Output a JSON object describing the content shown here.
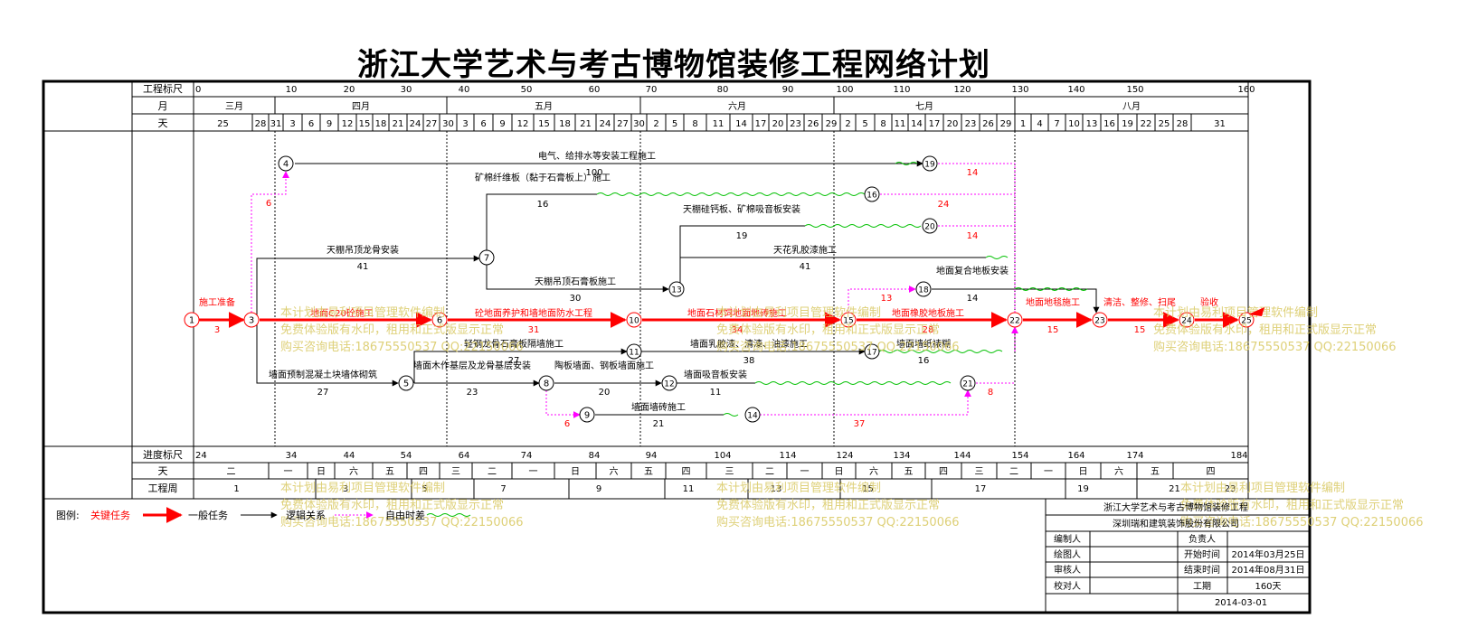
{
  "title": "浙江大学艺术与考古博物馆装修工程网络计划",
  "header": {
    "scale_label": "工程标尺",
    "month_label": "月",
    "day_label": "天",
    "scale_ticks": [
      "0",
      "10",
      "20",
      "30",
      "40",
      "50",
      "60",
      "70",
      "80",
      "90",
      "100",
      "110",
      "120",
      "130",
      "140",
      "150",
      "160"
    ],
    "months": [
      "三月",
      "四月",
      "五月",
      "六月",
      "七月",
      "八月"
    ],
    "days": [
      "25",
      "28",
      "31",
      "3",
      "6",
      "9",
      "12",
      "15",
      "18",
      "21",
      "24",
      "27",
      "30",
      "3",
      "6",
      "9",
      "12",
      "15",
      "18",
      "21",
      "24",
      "27",
      "30",
      "2",
      "5",
      "8",
      "11",
      "14",
      "17",
      "20",
      "23",
      "26",
      "29",
      "2",
      "5",
      "8",
      "11",
      "14",
      "17",
      "20",
      "23",
      "26",
      "29",
      "1",
      "4",
      "7",
      "10",
      "13",
      "16",
      "19",
      "22",
      "25",
      "28",
      "31"
    ]
  },
  "footer": {
    "progress_label": "进度标尺",
    "day_label": "天",
    "week_label": "工程周",
    "progress_ticks": [
      "24",
      "34",
      "44",
      "54",
      "64",
      "74",
      "84",
      "94",
      "104",
      "114",
      "124",
      "134",
      "144",
      "154",
      "164",
      "174",
      "184"
    ],
    "weekdays": [
      "二",
      "一",
      "日",
      "六",
      "五",
      "四",
      "三",
      "二",
      "一",
      "日",
      "六",
      "五",
      "四",
      "三",
      "二",
      "一",
      "日",
      "六",
      "五",
      "四",
      "三",
      "二",
      "一",
      "日",
      "六",
      "五",
      "四"
    ],
    "weeks": [
      "1",
      "3",
      "5",
      "7",
      "9",
      "11",
      "13",
      "15",
      "17",
      "19",
      "21",
      "23"
    ]
  },
  "nodes": [
    "1",
    "3",
    "4",
    "5",
    "6",
    "7",
    "8",
    "9",
    "10",
    "11",
    "12",
    "13",
    "14",
    "15",
    "16",
    "17",
    "18",
    "19",
    "20",
    "21",
    "22",
    "23",
    "24",
    "25"
  ],
  "tasks": [
    {
      "name": "施工准备",
      "duration": "3",
      "critical": true
    },
    {
      "name": "地面C20砼施工",
      "duration": "",
      "critical": true
    },
    {
      "name": "砼地面养护和墙地面防水工程",
      "duration": "31",
      "critical": true
    },
    {
      "name": "地面石材饲地面地砖施工",
      "duration": "34",
      "critical": true
    },
    {
      "name": "地面橡胶地板施工",
      "duration": "28",
      "critical": true
    },
    {
      "name": "地面地毯施工",
      "duration": "15",
      "critical": true
    },
    {
      "name": "清洁、整修、扫尾",
      "duration": "15",
      "critical": true
    },
    {
      "name": "验收",
      "duration": "",
      "critical": true
    },
    {
      "name": "电气、给排水等安装工程施工",
      "duration": "100",
      "critical": false
    },
    {
      "name": "矿棉纤维板（黏于石膏板上）施工",
      "duration": "16",
      "critical": false
    },
    {
      "name": "天棚吊顶龙骨安装",
      "duration": "41",
      "critical": false
    },
    {
      "name": "天棚吊顶石膏板施工",
      "duration": "30",
      "critical": false
    },
    {
      "name": "天棚硅钙板、矿棉吸音板安装",
      "duration": "19",
      "critical": false
    },
    {
      "name": "天花乳胶漆施工",
      "duration": "41",
      "critical": false
    },
    {
      "name": "地面复合地板安装",
      "duration": "14",
      "critical": false
    },
    {
      "name": "轻钢龙骨石膏板隔墙施工",
      "duration": "27",
      "critical": false
    },
    {
      "name": "墙面乳胶漆、清漆、油漆施工",
      "duration": "38",
      "critical": false
    },
    {
      "name": "墙面墙纸裱糊",
      "duration": "16",
      "critical": false
    },
    {
      "name": "墙面预制混凝土块墙体砌筑",
      "duration": "27",
      "critical": false
    },
    {
      "name": "墙面木作基层及龙骨基层安装",
      "duration": "23",
      "critical": false
    },
    {
      "name": "陶板墙面、钢板墙面施工",
      "duration": "20",
      "critical": false
    },
    {
      "name": "墙面吸音板安装",
      "duration": "11",
      "critical": false
    },
    {
      "name": "墙面墙砖施工",
      "duration": "21",
      "critical": false
    }
  ],
  "float_values": [
    "6",
    "14",
    "24",
    "14",
    "13",
    "8",
    "6",
    "37"
  ],
  "watermark": {
    "line1": "本计划由易利项目管理软件编制",
    "line2": "免费体验版有水印，租用和正式版显示正常",
    "line3": "购买咨询电话:18675550537 QQ:22150066"
  },
  "legend": {
    "label": "图例:",
    "critical": "关键任务",
    "general": "一般任务",
    "logic": "逻辑关系",
    "free_float": "自由时差"
  },
  "title_block": {
    "project": "浙江大学艺术与考古博物馆装修工程",
    "company": "深圳瑞和建筑装饰股份有限公司",
    "editor": "编制人",
    "responsible": "负责人",
    "drafter": "绘图人",
    "start_label": "开始时间",
    "start_value": "2014年03月25日",
    "reviewer": "审核人",
    "end_label": "结束时间",
    "end_value": "2014年08月31日",
    "checker": "校对人",
    "duration_label": "工期",
    "duration_value": "160天",
    "date": "2014-03-01"
  },
  "colors": {
    "critical": "#ff0000",
    "normal": "#000000",
    "float": "#00c000",
    "logic": "#ff00ff",
    "float_value": "#ff0000",
    "watermark": "#d8c860"
  }
}
